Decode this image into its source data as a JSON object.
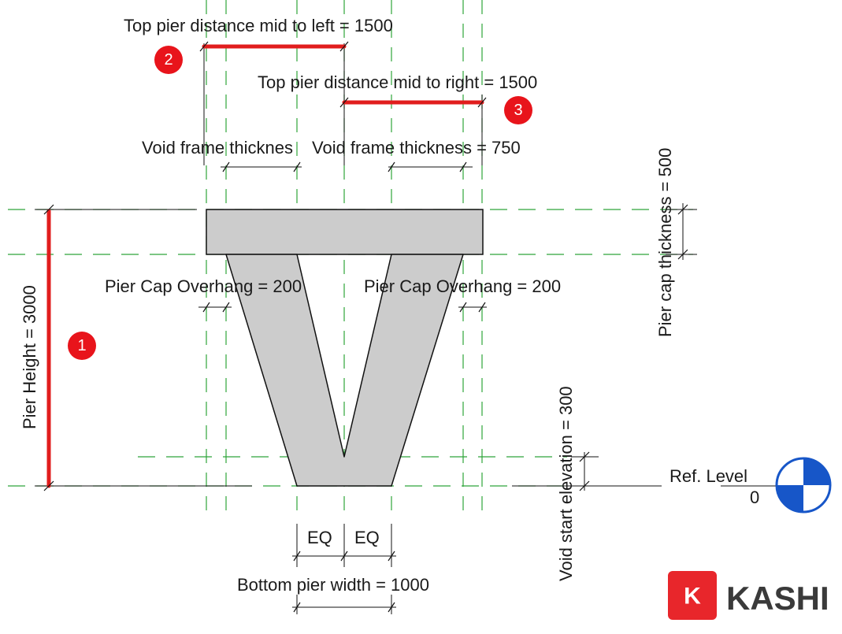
{
  "labels": {
    "top_left": "Top pier distance mid to left = 1500",
    "top_right": "Top pier distance mid to right = 1500",
    "void_left": "Void frame thicknes",
    "void_right": "Void frame thickness = 750",
    "overhang_left": "Pier Cap Overhang = 200",
    "overhang_right": "Pier Cap Overhang = 200",
    "pier_height": "Pier Height = 3000",
    "cap_thickness": "Pier cap thickness = 500",
    "void_elev": "Void start elevation = 300",
    "ref_level": "Ref. Level",
    "ref_value": "0",
    "eq_left": "EQ",
    "eq_right": "EQ",
    "bottom_width": "Bottom pier width = 1000"
  },
  "badges": {
    "b1": "1",
    "b2": "2",
    "b3": "3"
  },
  "logo": {
    "mark": "K",
    "text": "KASHI"
  },
  "colors": {
    "pier_fill": "#cccccc",
    "reference_lines": "#2fa53a",
    "highlight": "#e11d1d",
    "badge": "#e8141b",
    "level_marker": "#1756c8",
    "logo_red": "#e8262b"
  }
}
